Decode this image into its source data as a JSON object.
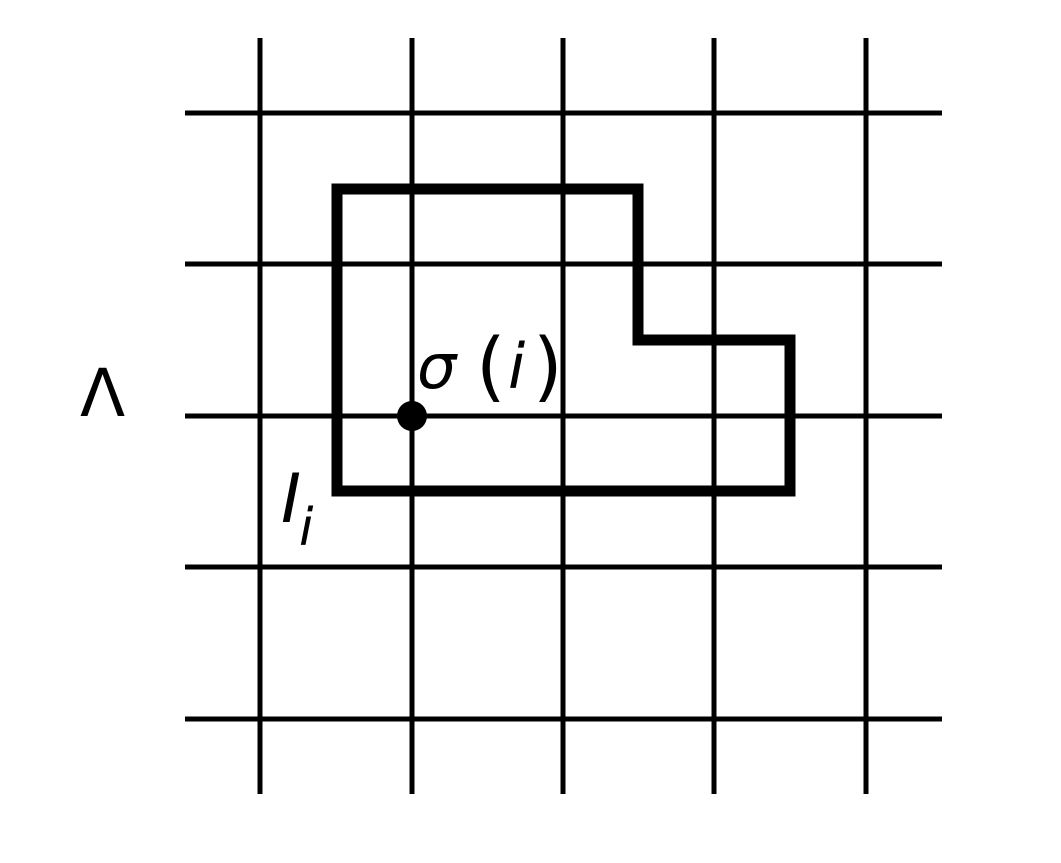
{
  "diagram": {
    "lattice_label": "Λ",
    "point_label": {
      "symbol": "σ",
      "open_paren": "(",
      "index": "i",
      "close_paren": ")"
    },
    "region_label": {
      "letter": "I",
      "subscript": "i"
    }
  },
  "colors": {
    "stroke": "#000000",
    "background": "#ffffff"
  }
}
